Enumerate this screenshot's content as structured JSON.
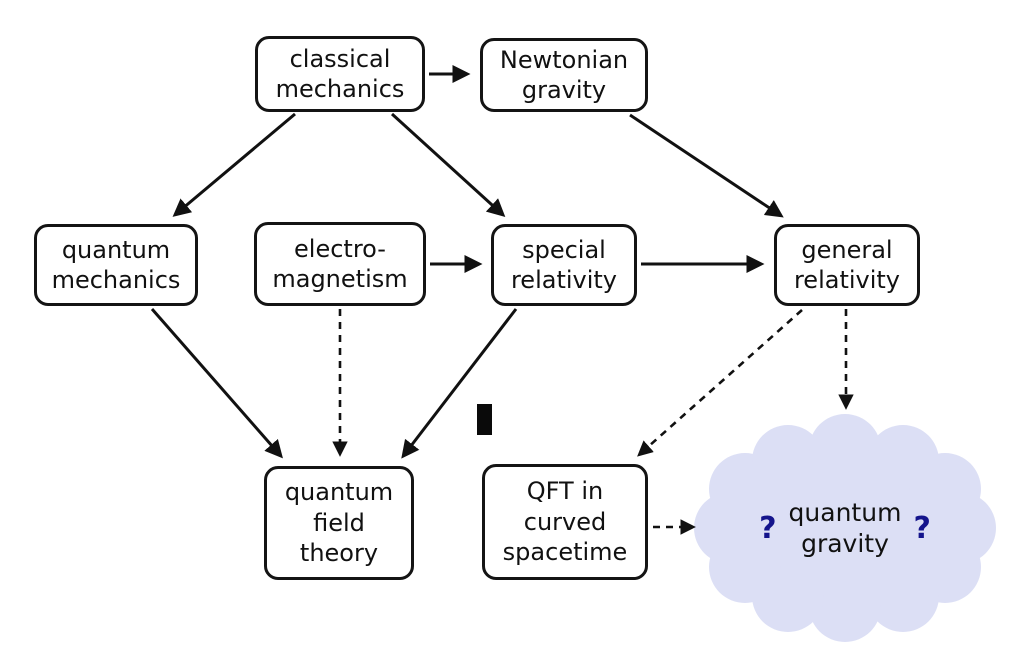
{
  "diagram": {
    "background": "#ffffff",
    "box_border_color": "#141414",
    "arrow_color": "#111111",
    "nodes": {
      "classical_mechanics": {
        "label": "classical\nmechanics"
      },
      "newtonian_gravity": {
        "label": "Newtonian\ngravity"
      },
      "quantum_mechanics": {
        "label": "quantum\nmechanics"
      },
      "electromagnetism": {
        "label": "electro-\nmagnetism"
      },
      "special_relativity": {
        "label": "special\nrelativity"
      },
      "general_relativity": {
        "label": "general\nrelativity"
      },
      "quantum_field_theory": {
        "label": "quantum\nfield\ntheory"
      },
      "qft_curved_spacetime": {
        "label": "QFT in\ncurved\nspacetime"
      },
      "quantum_gravity": {
        "label": "quantum\ngravity",
        "left_mark": "?",
        "right_mark": "?"
      }
    },
    "cloud": {
      "fill": "#dcdff5",
      "question_mark_color": "#14148c"
    },
    "edges": [
      {
        "from": "classical mechanics",
        "to": "Newtonian gravity",
        "style": "solid"
      },
      {
        "from": "classical mechanics",
        "to": "quantum mechanics",
        "style": "solid"
      },
      {
        "from": "classical mechanics",
        "to": "special relativity",
        "style": "solid"
      },
      {
        "from": "Newtonian gravity",
        "to": "general relativity",
        "style": "solid"
      },
      {
        "from": "electro-magnetism",
        "to": "special relativity",
        "style": "solid"
      },
      {
        "from": "special relativity",
        "to": "general relativity",
        "style": "solid"
      },
      {
        "from": "quantum mechanics",
        "to": "quantum field theory",
        "style": "solid"
      },
      {
        "from": "special relativity",
        "to": "quantum field theory",
        "style": "solid"
      },
      {
        "from": "electro-magnetism",
        "to": "quantum field theory",
        "style": "dashed"
      },
      {
        "from": "general relativity",
        "to": "QFT in curved spacetime",
        "style": "dashed"
      },
      {
        "from": "general relativity",
        "to": "quantum gravity",
        "style": "dashed"
      },
      {
        "from": "QFT in curved spacetime",
        "to": "quantum gravity",
        "style": "dashed"
      }
    ]
  }
}
